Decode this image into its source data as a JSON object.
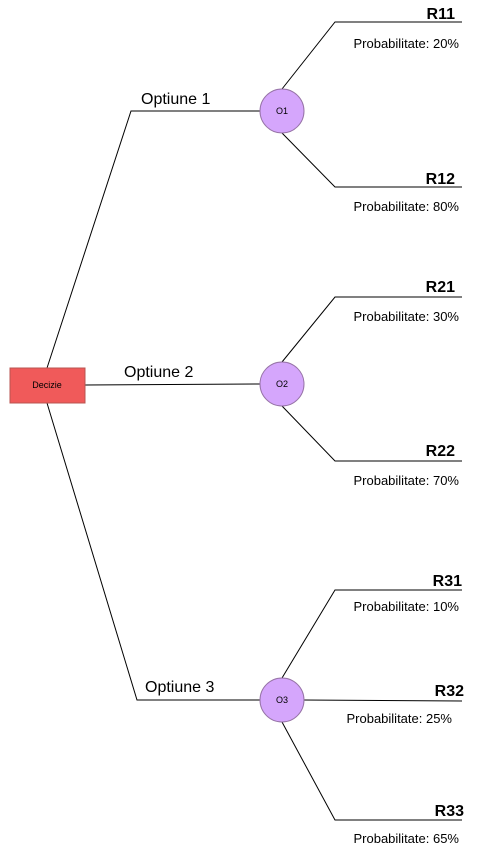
{
  "colors": {
    "decision_fill": "#f05a5a",
    "decision_stroke": "#b85450",
    "chance_fill": "#d5a6fc",
    "chance_stroke": "#9673a6",
    "line": "#000000"
  },
  "decision": {
    "label": "Decizie"
  },
  "options": [
    {
      "label": "Optiune 1",
      "node_label": "O1",
      "results": [
        {
          "label": "R11",
          "probability": "Probabilitate: 20%"
        },
        {
          "label": "R12",
          "probability": "Probabilitate: 80%"
        }
      ]
    },
    {
      "label": "Optiune 2",
      "node_label": "O2",
      "results": [
        {
          "label": "R21",
          "probability": "Probabilitate: 30%"
        },
        {
          "label": "R22",
          "probability": "Probabilitate: 70%"
        }
      ]
    },
    {
      "label": "Optiune 3",
      "node_label": "O3",
      "results": [
        {
          "label": "R31",
          "probability": "Probabilitate: 10%"
        },
        {
          "label": "R32",
          "probability": "Probabilitate: 25%"
        },
        {
          "label": "R33",
          "probability": "Probabilitate: 65%"
        }
      ]
    }
  ]
}
